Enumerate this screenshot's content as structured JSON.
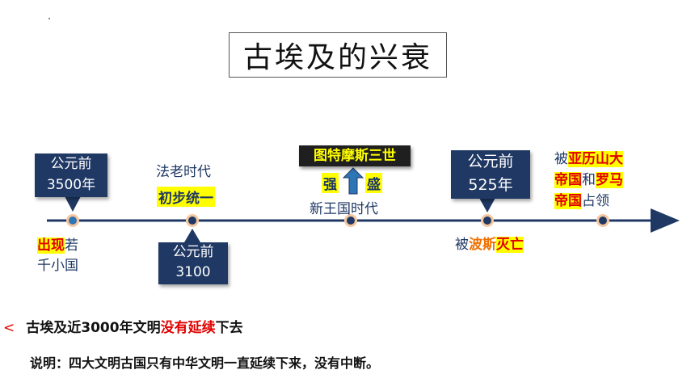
{
  "title": "古埃及的兴衰",
  "events": {
    "e1_box": [
      "公元前",
      "3500年"
    ],
    "e1_label_hl1": "出现",
    "e1_label_rest": "若",
    "e1_label_line2": "千小国",
    "e2_top": "法老时代",
    "e2_hl": "初步统一",
    "e2_box": [
      "公元前",
      "3100"
    ],
    "e3_banner": "图特摩斯三世",
    "e3_hl_left": "强",
    "e3_hl_right": "盛",
    "e3_label": "新王国时代",
    "e4_box": [
      "公元前",
      "525年"
    ],
    "e4_pre": "被",
    "e4_orange": "波斯",
    "e4_hl": "灭亡",
    "e5_line1_pre": "被",
    "e5_line1_hl": "亚历山大",
    "e5_line2_hl": "帝国",
    "e5_line2_mid": "和",
    "e5_line2_hl2": "罗马",
    "e5_line3_hl": "帝国",
    "e5_line3_rest": "占领"
  },
  "note1": {
    "marker": "<",
    "pre": "古埃及近",
    "num": "3000",
    "mid": "年文明",
    "red": "没有延续",
    "post": "下去"
  },
  "note2": "说明：四大文明古国只有中华文明一直延续下来，没有中断。",
  "colors": {
    "navy": "#1f3864",
    "highlight": "#ffff00",
    "red": "#e00000",
    "orange": "#f07000"
  }
}
